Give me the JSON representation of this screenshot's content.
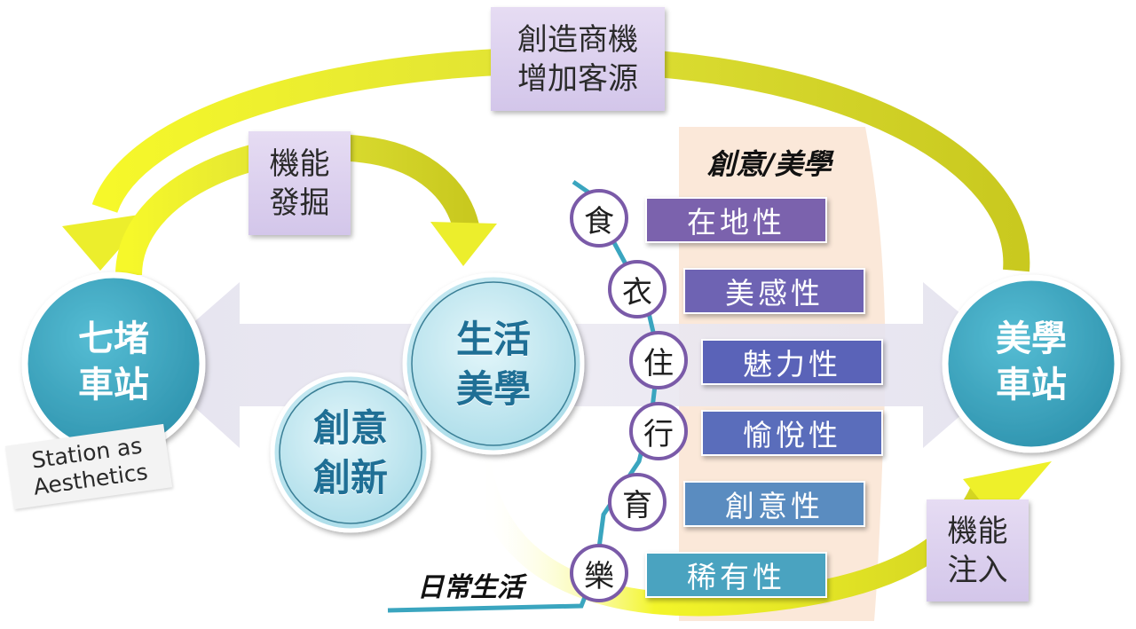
{
  "top_label": "創造商機\n增加客源",
  "left_function_label": "機能\n發掘",
  "right_function_label": "機能\n注入",
  "left_station": "七堵\n車站",
  "left_station_en": "Station as\nAesthetics",
  "right_station": "美學\n車站",
  "core_left": "創意\n創新",
  "core_right": "生活\n美學",
  "panel_title": "創意/美學",
  "daily_life_label": "日常生活",
  "daily_items": [
    {
      "char": "食",
      "attribute": "在地性",
      "color": "#7b62ad"
    },
    {
      "char": "衣",
      "attribute": "美感性",
      "color": "#6e63b3"
    },
    {
      "char": "住",
      "attribute": "魅力性",
      "color": "#5a63b8"
    },
    {
      "char": "行",
      "attribute": "愉悅性",
      "color": "#5a6dbb"
    },
    {
      "char": "育",
      "attribute": "創意性",
      "color": "#5a8cc0"
    },
    {
      "char": "樂",
      "attribute": "稀有性",
      "color": "#4aa3c0"
    }
  ],
  "colors": {
    "arrow_yellow": "#d6d82a",
    "station_teal": "#3aa5bf",
    "core_circle": "#bfe7f1",
    "band_lavender": "#e4e2ee",
    "panel_peach": "#fbe8d9",
    "track_teal": "#3aa5bf"
  }
}
